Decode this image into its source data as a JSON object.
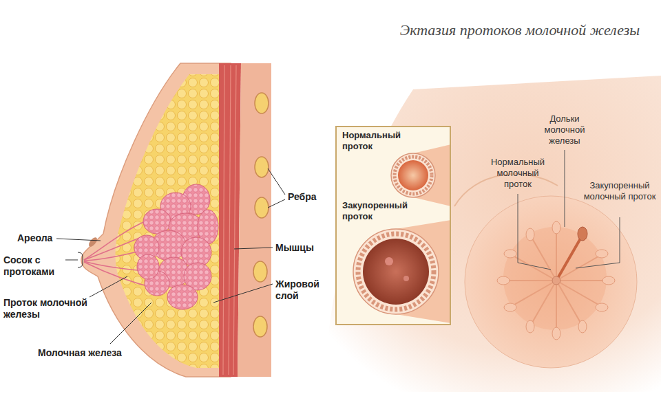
{
  "diagram": {
    "title": "Эктазия протоков молочной железы",
    "nodes": [
      {
        "text": [
          "Нормальный проток",
          "Закупоренный проток"
        ]
      }
    ],
    "edges": [],
    "labels": [
      "Ареола",
      "Сосок с протоками",
      "Проток молочной железы",
      "Молочная железа",
      "Ребра",
      "Мышцы",
      "Жировой слой",
      "Дольки молочной железы",
      "Нормальный молочный проток",
      "Закупоренный молочный проток"
    ]
  }
}
